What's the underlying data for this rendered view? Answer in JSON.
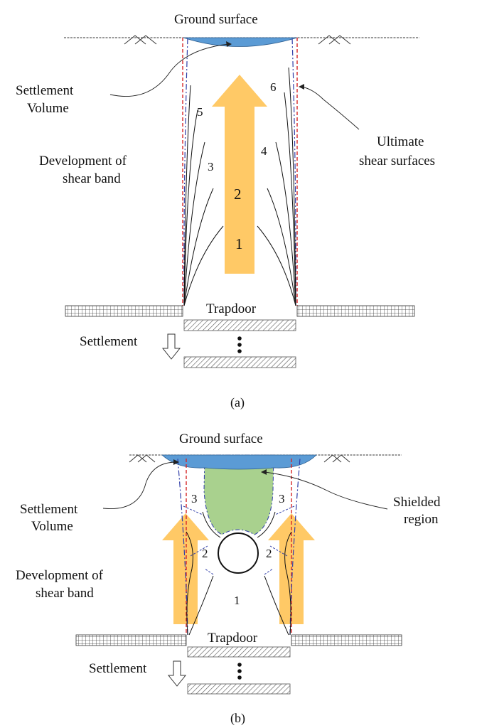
{
  "panel_a": {
    "ground_label": "Ground surface",
    "settlement_volume_label": [
      "Settlement",
      "Volume"
    ],
    "development_label": [
      "Development of",
      "shear band"
    ],
    "ultimate_label": [
      "Ultimate",
      "shear surfaces"
    ],
    "trapdoor_label": "Trapdoor",
    "settlement_label": "Settlement",
    "numbers": [
      "1",
      "2",
      "3",
      "4",
      "5",
      "6"
    ],
    "caption": "(a)"
  },
  "panel_b": {
    "ground_label": "Ground surface",
    "settlement_volume_label": [
      "Settlement",
      "Volume"
    ],
    "development_label": [
      "Development of",
      "shear band"
    ],
    "shielded_label": [
      "Shielded",
      "region"
    ],
    "trapdoor_label": "Trapdoor",
    "settlement_label": "Settlement",
    "numbers": [
      "1",
      "2",
      "2",
      "3",
      "3"
    ],
    "caption": "(b)"
  },
  "colors": {
    "settlement_fill": "#5b9bd5",
    "arrow_fill": "#ffc966",
    "shielded_fill": "#a9d18e",
    "red_dash": "#d62728",
    "blue_dashdot": "#2f3da8"
  }
}
